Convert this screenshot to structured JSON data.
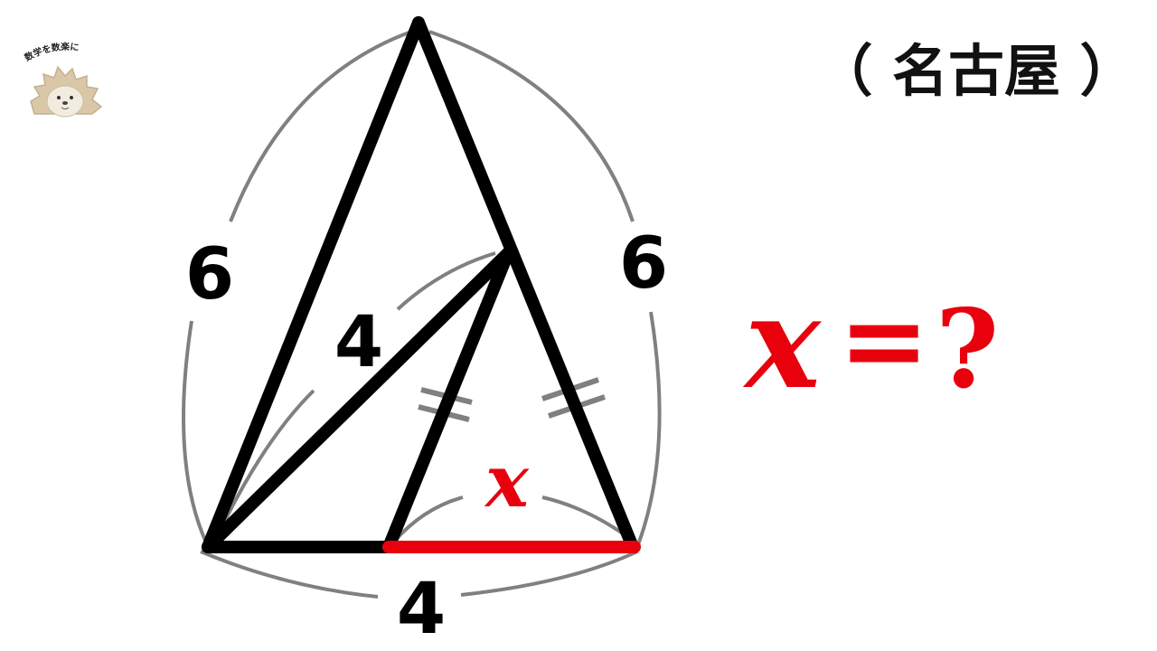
{
  "region_label": "（ 名古屋 ）",
  "question": {
    "variable": "x",
    "equals": "=",
    "mark": "?"
  },
  "labels": {
    "left_side": "6",
    "right_side": "6",
    "inner_segment": "4",
    "bottom_side": "4",
    "unknown": "x"
  },
  "logo": {
    "text": "数学を数楽に"
  },
  "colors": {
    "edge": "#000000",
    "dimension_arc": "#808080",
    "unknown": "#e8000d"
  }
}
